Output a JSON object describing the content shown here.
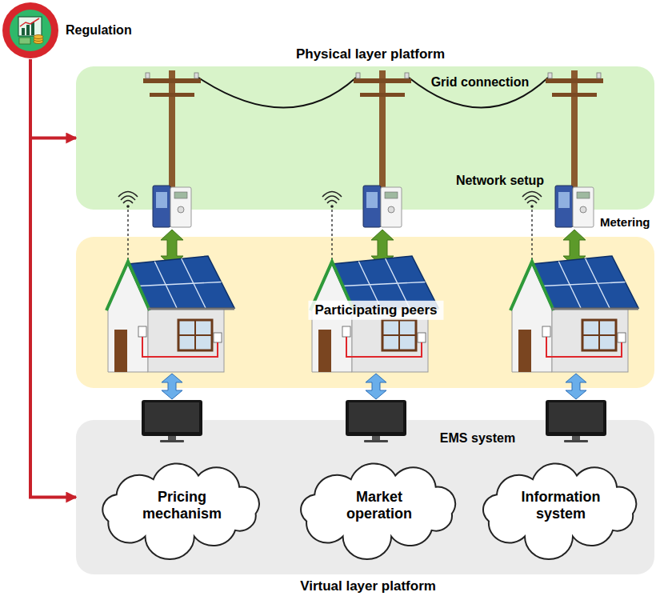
{
  "diagram": {
    "nodes": [
      {
        "text": [
          "Regulation"
        ]
      },
      {
        "text": [
          "Physical layer platform",
          "Grid connection",
          "Network setup"
        ]
      },
      {
        "text": [
          "Participating peers"
        ]
      },
      {
        "text": [
          "EMS system",
          "Virtual layer platform"
        ]
      },
      {
        "text": [
          "Pricing mechanism"
        ],
        "in": 3
      },
      {
        "text": [
          "Market operation"
        ],
        "in": 3
      },
      {
        "text": [
          "Information system"
        ],
        "in": 3
      }
    ],
    "edges": [
      {
        "from": 0,
        "to": 1,
        "arrow": "to"
      },
      {
        "from": 0,
        "to": 3,
        "arrow": "to"
      }
    ],
    "labels": [
      "Metering"
    ]
  }
}
